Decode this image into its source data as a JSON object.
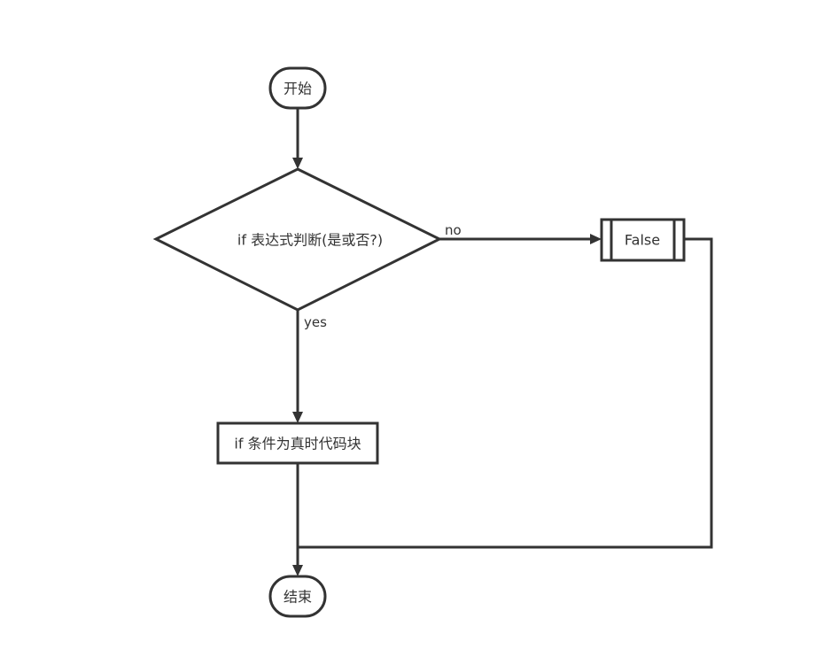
{
  "nodes": {
    "start": {
      "label": "开始"
    },
    "decision": {
      "label": "if 表达式判断(是或否?)"
    },
    "false_block": {
      "label": "False"
    },
    "true_block": {
      "label": "if 条件为真时代码块"
    },
    "end": {
      "label": "结束"
    }
  },
  "edges": {
    "no": {
      "label": "no"
    },
    "yes": {
      "label": "yes"
    }
  },
  "colors": {
    "stroke": "#333333",
    "fill": "#ffffff",
    "text": "#333333"
  }
}
